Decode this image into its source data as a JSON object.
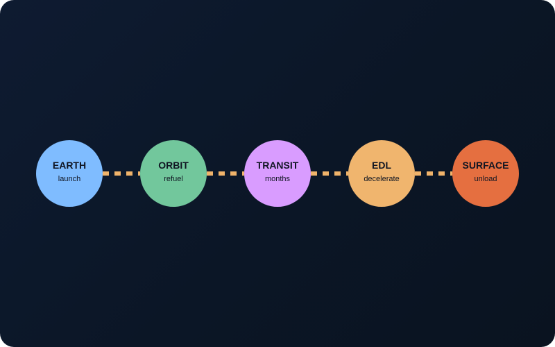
{
  "flow": {
    "stages": [
      {
        "title": "EARTH",
        "subtitle": "launch",
        "color": "#7fbcff"
      },
      {
        "title": "ORBIT",
        "subtitle": "refuel",
        "color": "#72c79c"
      },
      {
        "title": "TRANSIT",
        "subtitle": "months",
        "color": "#d99cff"
      },
      {
        "title": "EDL",
        "subtitle": "decelerate",
        "color": "#f0b56e"
      },
      {
        "title": "SURFACE",
        "subtitle": "unload",
        "color": "#e56f40"
      }
    ],
    "connector_color": "#f0b36a",
    "background_color": "#0c1628"
  }
}
